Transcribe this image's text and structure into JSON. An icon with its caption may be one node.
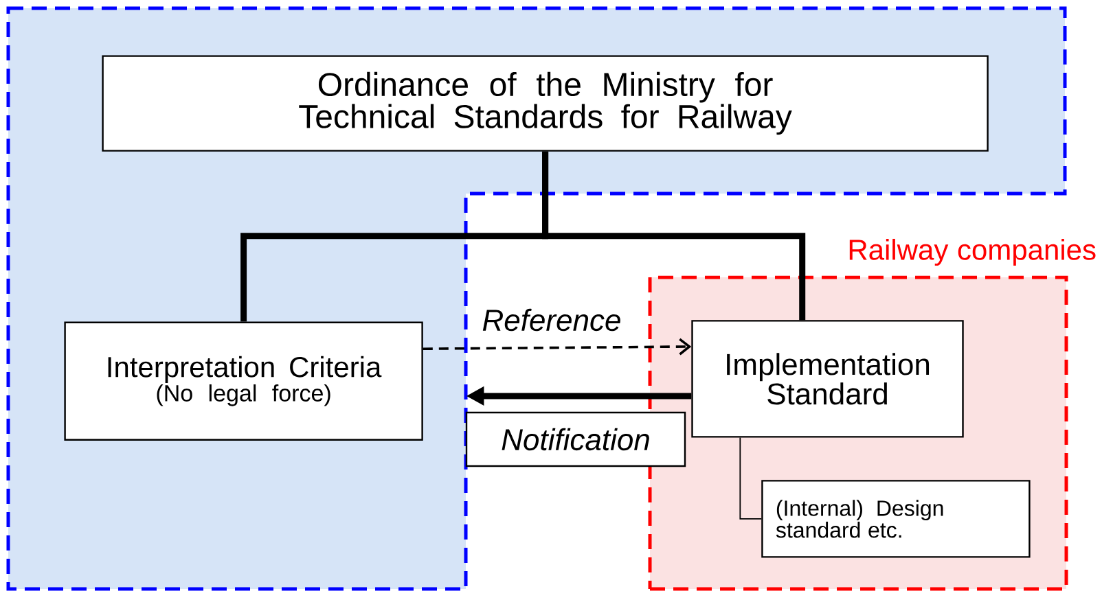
{
  "diagram": {
    "nodes": [
      {
        "text": [],
        "shape": "box"
      },
      {
        "text": [
          "Ordinance of the Ministry for Technical Standards for Railway"
        ],
        "in": 0
      },
      {
        "text": [
          "Interpretation Criteria",
          "(No legal force)"
        ],
        "in": 0
      },
      {
        "text": [
          "Railway companies"
        ]
      },
      {
        "text": [
          "Implementation Standard"
        ],
        "in": 3
      },
      {
        "text": [
          "(Internal) Design standard etc."
        ],
        "in": 3
      }
    ],
    "edges": [
      {
        "from": 1,
        "to": 2,
        "arrow": "none"
      },
      {
        "from": 1,
        "to": 4,
        "arrow": "none"
      },
      {
        "from": 2,
        "to": 4,
        "arrow": "to",
        "style": "dashed",
        "label": "Reference"
      },
      {
        "from": 4,
        "to": 0,
        "arrow": "to",
        "label": "Notification"
      },
      {
        "from": 4,
        "to": 5,
        "arrow": "none"
      }
    ]
  }
}
